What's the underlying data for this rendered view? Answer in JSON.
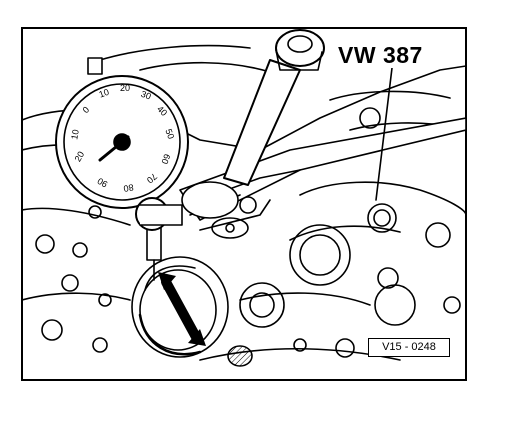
{
  "figure": {
    "tool_label": "VW 387",
    "reference_code": "V15 - 0248",
    "dial_numbers": [
      "20",
      "10",
      "0",
      "10",
      "20",
      "30",
      "40",
      "50",
      "60",
      "70",
      "80",
      "90"
    ]
  }
}
